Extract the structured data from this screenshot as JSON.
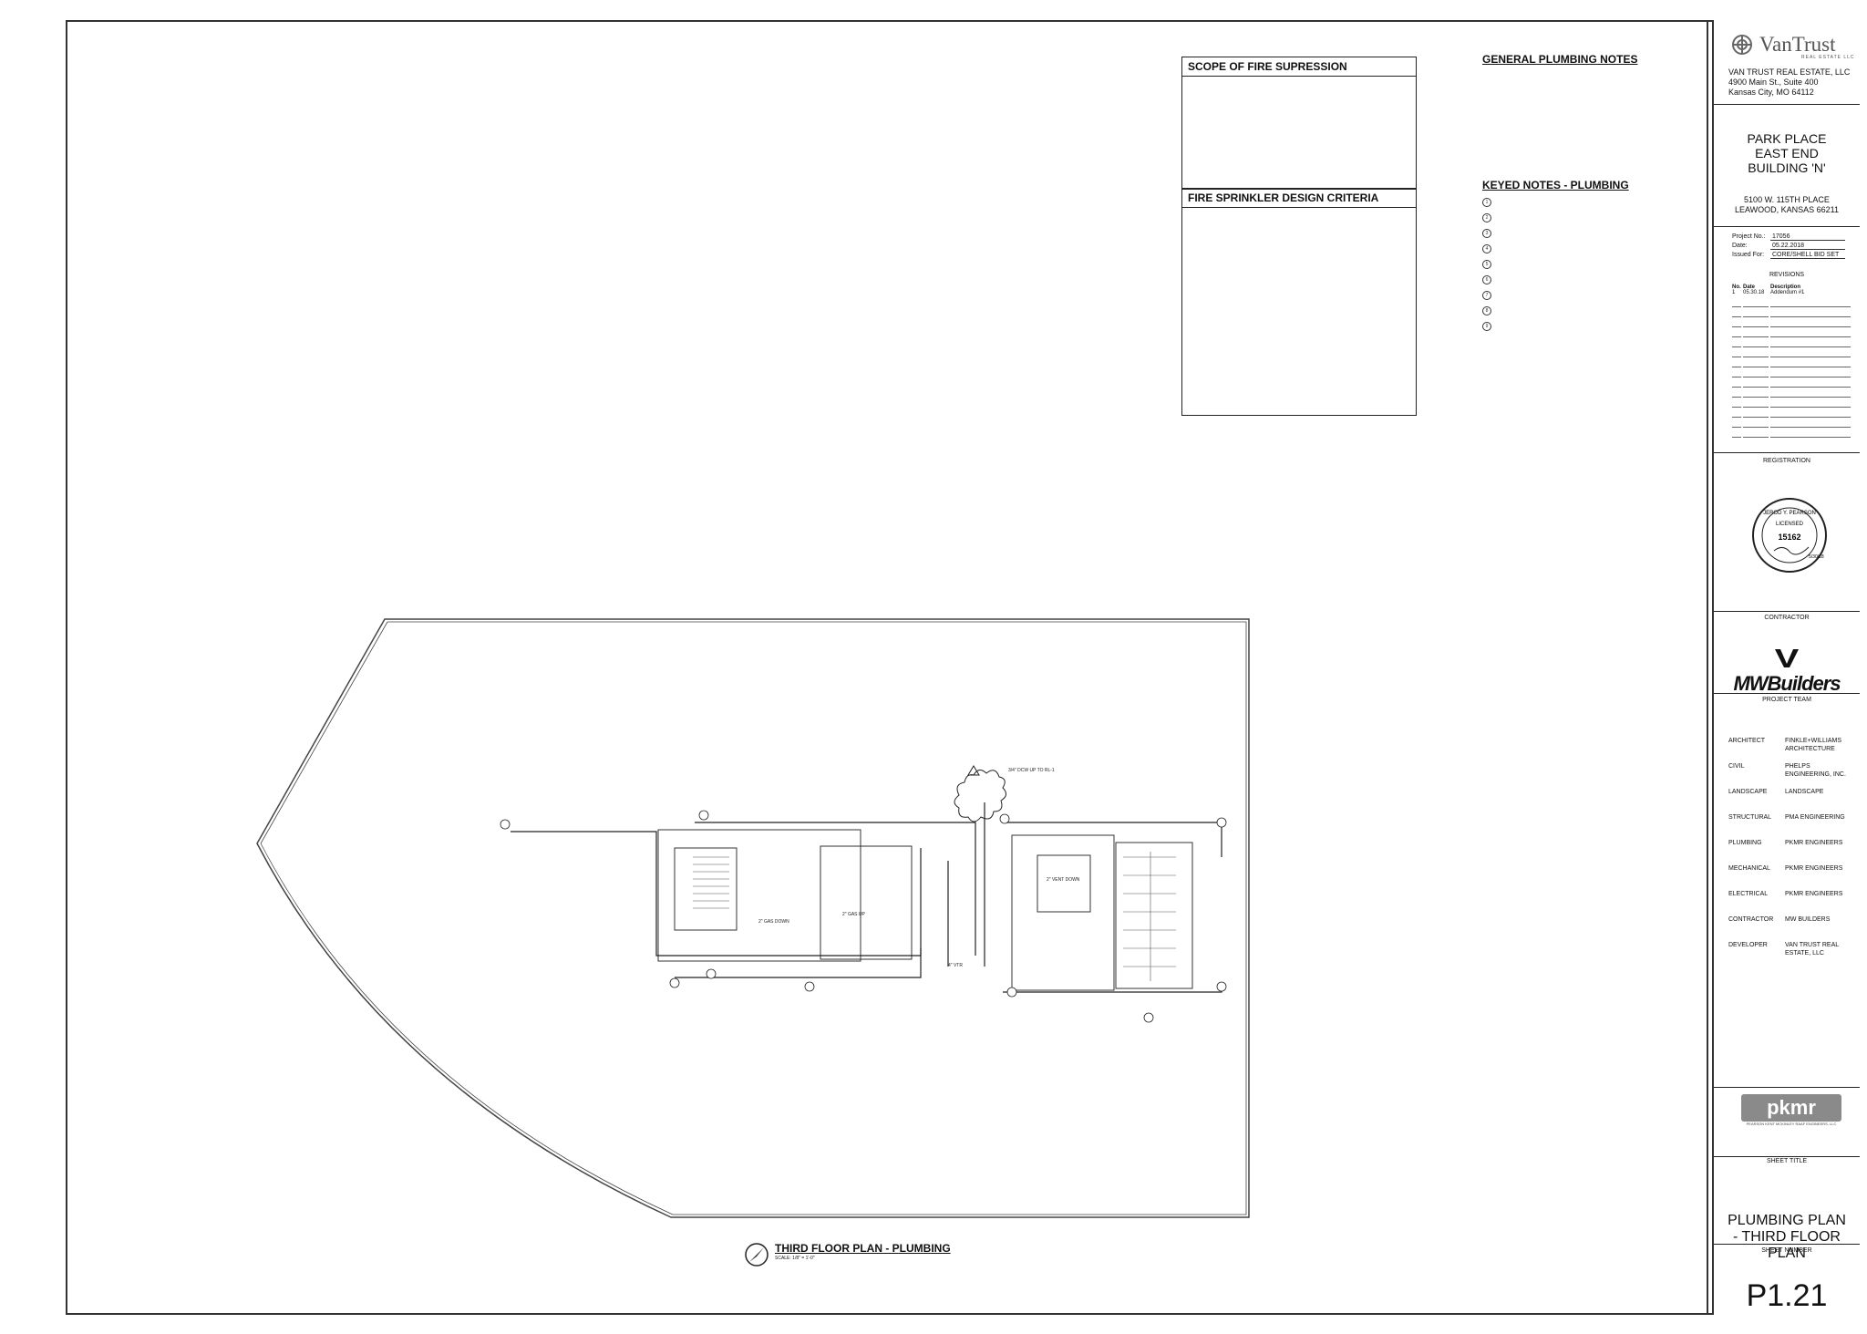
{
  "notes": {
    "scope": {
      "title": "SCOPE OF FIRE SUPRESSION",
      "body": ""
    },
    "criteria": {
      "title": "FIRE SPRINKLER DESIGN CRITERIA",
      "body": ""
    },
    "general": {
      "title": "GENERAL PLUMBING NOTES",
      "body": ""
    },
    "keyed": {
      "title": "KEYED NOTES - PLUMBING",
      "items": [
        {
          "num": "1",
          "text": ""
        },
        {
          "num": "2",
          "text": ""
        },
        {
          "num": "3",
          "text": ""
        },
        {
          "num": "4",
          "text": ""
        },
        {
          "num": "5",
          "text": ""
        },
        {
          "num": "6",
          "text": ""
        },
        {
          "num": "7",
          "text": ""
        },
        {
          "num": "8",
          "text": ""
        },
        {
          "num": "9",
          "text": ""
        }
      ]
    }
  },
  "plan": {
    "title": "THIRD FLOOR PLAN - PLUMBING",
    "scale": "SCALE: 1/8\" = 1'-0\"",
    "labels": {
      "gas_down": "2\" GAS DOWN",
      "gas_up": "2\" GAS UP",
      "vent_down": "2\" VENT DOWN",
      "vtr": "4\" VTR",
      "cleanout": "3/4\" DCW UP TO RL-1"
    }
  },
  "title_block": {
    "logo": "VanTrust",
    "logo_sub": "REAL ESTATE LLC",
    "owner": [
      "VAN TRUST REAL ESTATE, LLC",
      "4900 Main St., Suite 400",
      "Kansas City, MO 64112"
    ],
    "project": [
      "PARK PLACE",
      "EAST END",
      "BUILDING 'N'"
    ],
    "address": [
      "5100 W. 115TH PLACE",
      "LEAWOOD, KANSAS 66211"
    ],
    "info": {
      "project_no_label": "Project No.:",
      "project_no": "17056",
      "date_label": "Date:",
      "date": "05.22.2018",
      "issued_label": "Issued For:",
      "issued": "CORE/SHELL BID SET"
    },
    "revisions": {
      "title": "REVISIONS",
      "headers": [
        "No.",
        "Date",
        "Description"
      ],
      "rows": [
        {
          "no": "1",
          "date": "05.30.18",
          "desc": "Addendum #1"
        }
      ]
    },
    "registration": "REGISTRATION",
    "seal": {
      "name": "JEROD Y. PEARSON",
      "status": "LICENSED",
      "number": "15162",
      "sig_date": "5/30/18"
    },
    "contractor_label": "CONTRACTOR",
    "contractor_logo": "MWBuilders",
    "project_team_label": "PROJECT TEAM",
    "team": [
      {
        "role": "ARCHITECT",
        "name": "FINKLE+WILLIAMS ARCHITECTURE"
      },
      {
        "role": "CIVIL",
        "name": "PHELPS ENGINEERING, INC."
      },
      {
        "role": "LANDSCAPE",
        "name": "LANDSCAPE"
      },
      {
        "role": "STRUCTURAL",
        "name": "PMA ENGINEERING"
      },
      {
        "role": "PLUMBING",
        "name": "PKMR ENGINEERS"
      },
      {
        "role": "MECHANICAL",
        "name": "PKMR ENGINEERS"
      },
      {
        "role": "ELECTRICAL",
        "name": "PKMR ENGINEERS"
      },
      {
        "role": "CONTRACTOR",
        "name": "MW BUILDERS"
      },
      {
        "role": "DEVELOPER",
        "name": "VAN TRUST REAL ESTATE, LLC"
      }
    ],
    "pkmr": {
      "logo": "pkmr",
      "sub": "PEARSON KENT MCKINLEY RAAF ENGINEERS, LLC"
    },
    "sheet_title_label": "SHEET TITLE",
    "sheet_title": [
      "PLUMBING PLAN",
      "- THIRD FLOOR",
      "PLAN"
    ],
    "sheet_number_label": "SHEET NUMBER",
    "sheet_number": "P1.21"
  }
}
